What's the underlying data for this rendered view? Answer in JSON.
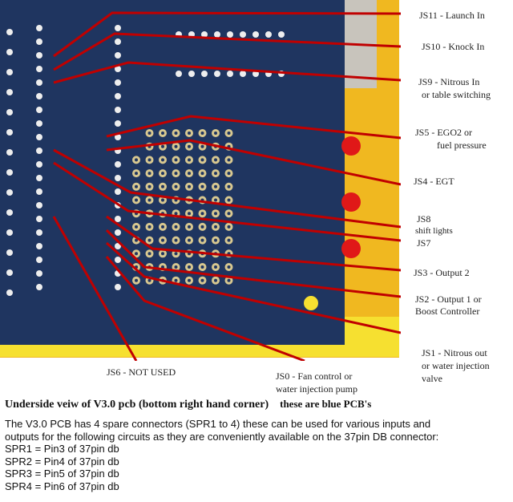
{
  "labels": {
    "js11": "JS11 -  Launch In",
    "js10": "JS10  - Knock In",
    "js9_1": "JS9  -  Nitrous In",
    "js9_2": "or table switching",
    "js5_1": "JS5  -  EGO2  or",
    "js5_2": "fuel pressure",
    "js4": "JS4  -  EGT",
    "js8": "JS8",
    "js8_shift": "shift lights",
    "js7": "JS7",
    "js3": "JS3  -  Output 2",
    "js2_1": "JS2  -  Output 1 or",
    "js2_2": "Boost Controller",
    "js1_1": "JS1  -  Nitrous out",
    "js1_2": "or water injection",
    "js1_3": "valve",
    "js6": "JS6  -  NOT USED",
    "js0_1": "JS0  -  Fan control or",
    "js0_2": "water injection pump"
  },
  "caption": {
    "title": "Underside veiw of V3.0 pcb (bottom right hand corner)",
    "note": "these are blue PCB's"
  },
  "description": {
    "line1": "The V3.0 PCB has 4 spare connectors (SPR1 to 4) these can be used for various inputs and",
    "line2": "outputs for the following circuits as they are conveniently available on the 37pin DB connector:",
    "spr": [
      "SPR1 = Pin3 of 37pin db",
      "SPR2 = Pin4 of 37pin db",
      "SPR3 = Pin5 of 37pin db",
      "SPR4 = Pin6 of 37pin db"
    ]
  },
  "colors": {
    "board": "#1f3560",
    "background": "#f2c21a",
    "leader": "#c00000",
    "pad": "#e8e8e0"
  }
}
